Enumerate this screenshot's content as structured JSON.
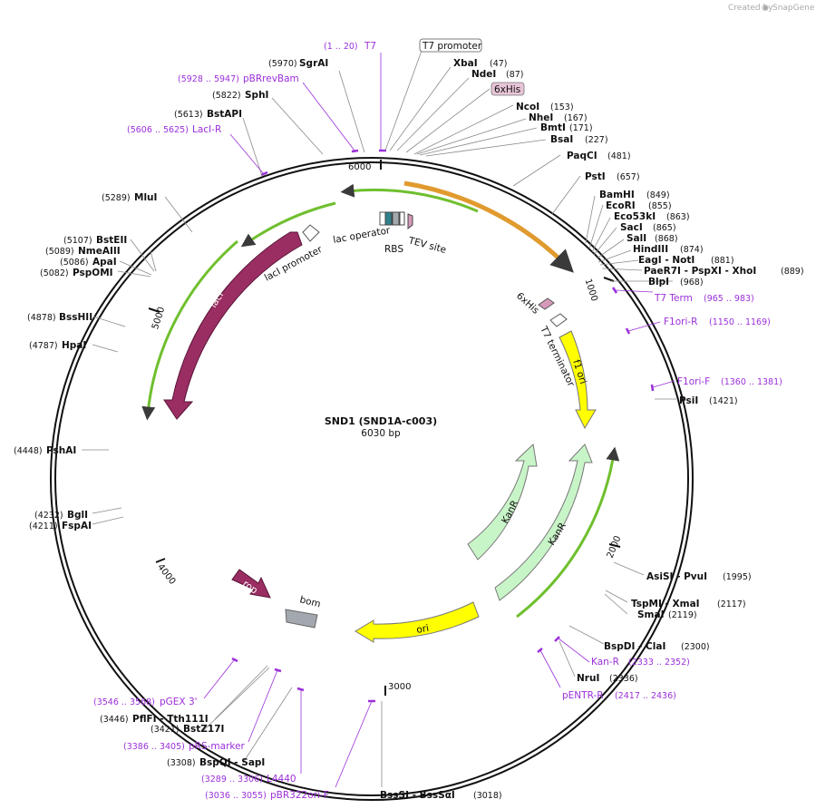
{
  "brand": {
    "created_by": "Created by",
    "name": "SnapGene"
  },
  "title": "SND1 (SND1A-c003)",
  "subtitle": "6030 bp",
  "ticks": [
    "1000",
    "2000",
    "3000",
    "4000",
    "5000",
    "6000"
  ],
  "sites": [
    {
      "name": "SgrAI",
      "num": "(5970)"
    },
    {
      "name": "XbaI",
      "num": "(47)"
    },
    {
      "name": "NdeI",
      "num": "(87)"
    },
    {
      "name": "SphI",
      "num": "(5822)"
    },
    {
      "name": "NcoI",
      "num": "(153)"
    },
    {
      "name": "NheI",
      "num": "(167)"
    },
    {
      "name": "BstAPI",
      "num": "(5613)"
    },
    {
      "name": "BmtI",
      "num": "(171)"
    },
    {
      "name": "BsaI",
      "num": "(227)"
    },
    {
      "name": "PaqCI",
      "num": "(481)"
    },
    {
      "name": "PstI",
      "num": "(657)"
    },
    {
      "name": "MluI",
      "num": "(5289)"
    },
    {
      "name": "BamHI",
      "num": "(849)"
    },
    {
      "name": "EcoRI",
      "num": "(855)"
    },
    {
      "name": "Eco53kI",
      "num": "(863)"
    },
    {
      "name": "SacI",
      "num": "(865)"
    },
    {
      "name": "SalI",
      "num": "(868)"
    },
    {
      "name": "HindIII",
      "num": "(874)"
    },
    {
      "name": "EagI - NotI",
      "num": "(881)"
    },
    {
      "name": "PaeR7I - PspXI - XhoI",
      "num": "(889)"
    },
    {
      "name": "BlpI",
      "num": "(968)"
    },
    {
      "name": "BstEII",
      "num": "(5107)"
    },
    {
      "name": "NmeAIII",
      "num": "(5089)"
    },
    {
      "name": "ApaI",
      "num": "(5086)"
    },
    {
      "name": "PspOMI",
      "num": "(5082)"
    },
    {
      "name": "BssHII",
      "num": "(4878)"
    },
    {
      "name": "HpaI",
      "num": "(4787)"
    },
    {
      "name": "PsiI",
      "num": "(1421)"
    },
    {
      "name": "PshAI",
      "num": "(4448)"
    },
    {
      "name": "BglI",
      "num": "(4232)"
    },
    {
      "name": "FspAI",
      "num": "(4211)"
    },
    {
      "name": "AsiSI - PvuI",
      "num": "(1995)"
    },
    {
      "name": "TspMI - XmaI",
      "num": "(2117)"
    },
    {
      "name": "SmaI",
      "num": "(2119)"
    },
    {
      "name": "BspDI - ClaI",
      "num": "(2300)"
    },
    {
      "name": "NruI",
      "num": "(2336)"
    },
    {
      "name": "PflFI - Tth111I",
      "num": "(3446)"
    },
    {
      "name": "BstZ17I",
      "num": "(3421)"
    },
    {
      "name": "BspQI - SapI",
      "num": "(3308)"
    },
    {
      "name": "BssSI - BssSαI",
      "num": "(3018)"
    }
  ],
  "primers": [
    {
      "name": "T7",
      "num": "(1 .. 20)"
    },
    {
      "name": "pBRrevBam",
      "num": "(5928 .. 5947)"
    },
    {
      "name": "LacI-R",
      "num": "(5606 .. 5625)"
    },
    {
      "name": "T7 Term",
      "num": "(965 .. 983)"
    },
    {
      "name": "F1ori-R",
      "num": "(1150 .. 1169)"
    },
    {
      "name": "F1ori-F",
      "num": "(1360 .. 1381)"
    },
    {
      "name": "Kan-R",
      "num": "(2333 .. 2352)"
    },
    {
      "name": "pENTR-R",
      "num": "(2417 .. 2436)"
    },
    {
      "name": "pGEX 3'",
      "num": "(3546 .. 3568)"
    },
    {
      "name": "pRS-marker",
      "num": "(3386 .. 3405)"
    },
    {
      "name": "L4440",
      "num": "(3289 .. 3306)"
    },
    {
      "name": "pBR322ori-F",
      "num": "(3036 .. 3055)"
    }
  ],
  "boxed_labels": {
    "t7_promoter": "T7 promoter",
    "his_tag": "6xHis"
  },
  "features": {
    "laci": "lacI",
    "laci_promoter": "lacI promoter",
    "lac_operator": "lac operator",
    "rbs": "RBS",
    "tev_site": "TEV site",
    "his_inner": "6xHis",
    "t7_terminator": "T7 terminator",
    "f1_ori": "f1 ori",
    "kanr_1": "KanR",
    "kanr_2": "KanR",
    "ori": "ori",
    "rop": "rop",
    "bom": "bom"
  },
  "colors": {
    "laci": "#9a2e63",
    "orf_green": "#6fbf2e",
    "orf_orange": "#e09a2e",
    "f1_ori": "#ffff00",
    "kanr": "#c8f5c8",
    "ori": "#ffff00",
    "bom": "#a3a8ae",
    "primer": "#9b30d9",
    "backbone": "#111111"
  }
}
